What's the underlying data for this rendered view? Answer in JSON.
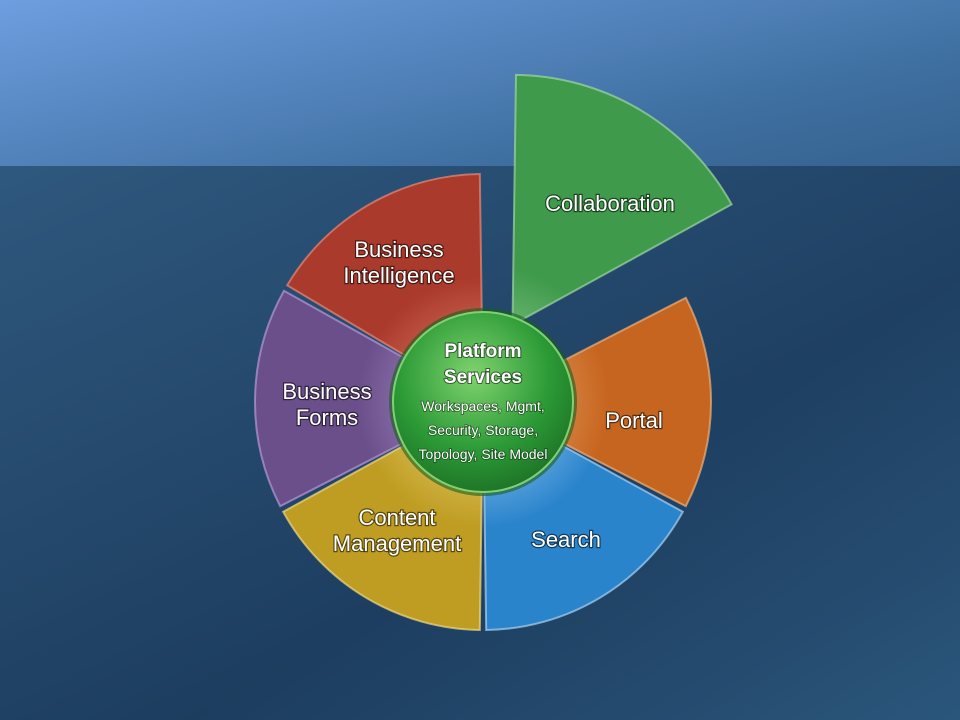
{
  "background": {
    "top": "#3e6fa0",
    "bottom": "#17334f",
    "accent": "#6f9ee0"
  },
  "segments": [
    {
      "id": "collaboration",
      "lines": [
        "Collaboration"
      ],
      "color": "#3f9a4b",
      "highlight": "#9fd79f",
      "exploded": true
    },
    {
      "id": "portal",
      "lines": [
        "Portal"
      ],
      "color": "#c6651f",
      "highlight": "#f0b07a",
      "exploded": false
    },
    {
      "id": "search",
      "lines": [
        "Search"
      ],
      "color": "#2a84cc",
      "highlight": "#a9d3f3",
      "exploded": false
    },
    {
      "id": "content-management",
      "lines": [
        "Content",
        "Management"
      ],
      "color": "#bf9d22",
      "highlight": "#f0da84",
      "exploded": false
    },
    {
      "id": "business-forms",
      "lines": [
        "Business",
        "Forms"
      ],
      "color": "#6a4f8a",
      "highlight": "#b79ad8",
      "exploded": false
    },
    {
      "id": "business-intelligence",
      "lines": [
        "Business",
        "Intelligence"
      ],
      "color": "#aa3a2b",
      "highlight": "#e88a78",
      "exploded": false
    }
  ],
  "hub": {
    "title_lines": [
      "Platform",
      "Services"
    ],
    "detail_lines": [
      "Workspaces, Mgmt,",
      "Security, Storage,",
      "Topology, Site Model"
    ],
    "color": "#2b9a36",
    "highlight": "#7fd36e"
  }
}
